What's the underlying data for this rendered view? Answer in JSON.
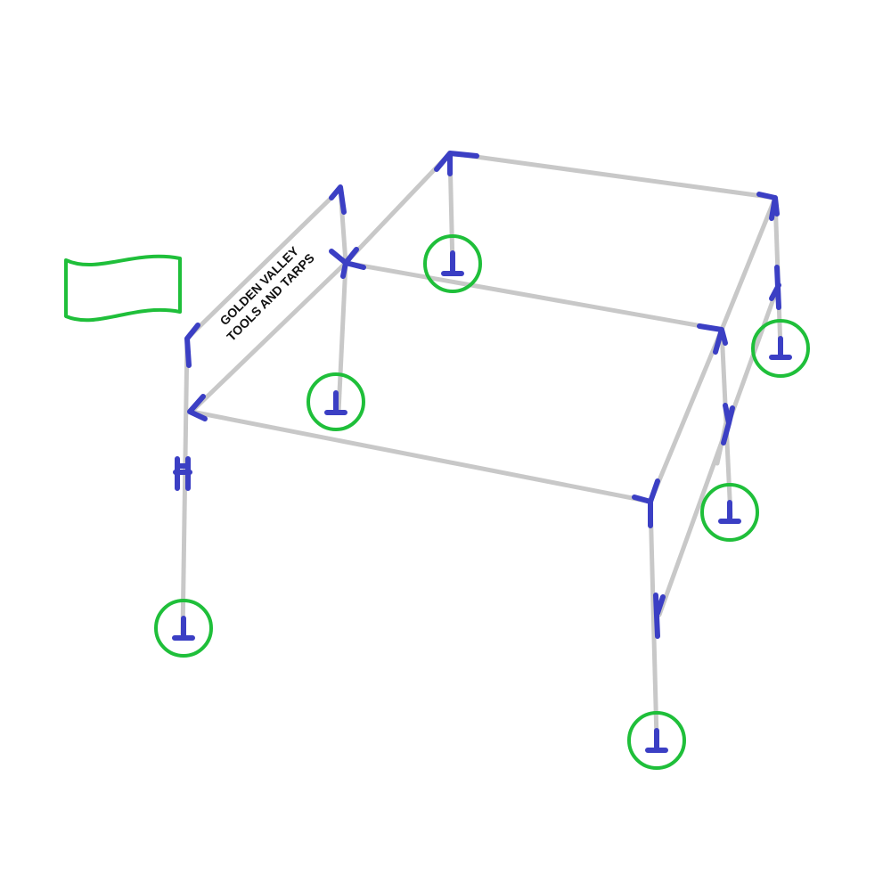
{
  "banner": {
    "line1": "GOLDEN VALLEY",
    "line2": "TOOLS AND TARPS"
  },
  "colors": {
    "pole": "#c8c8c8",
    "connector": "#3b3fc4",
    "highlight": "#1fbf3a"
  },
  "icons": {
    "flag": "flag-icon",
    "stake_marker": "ground-stake-marker"
  }
}
